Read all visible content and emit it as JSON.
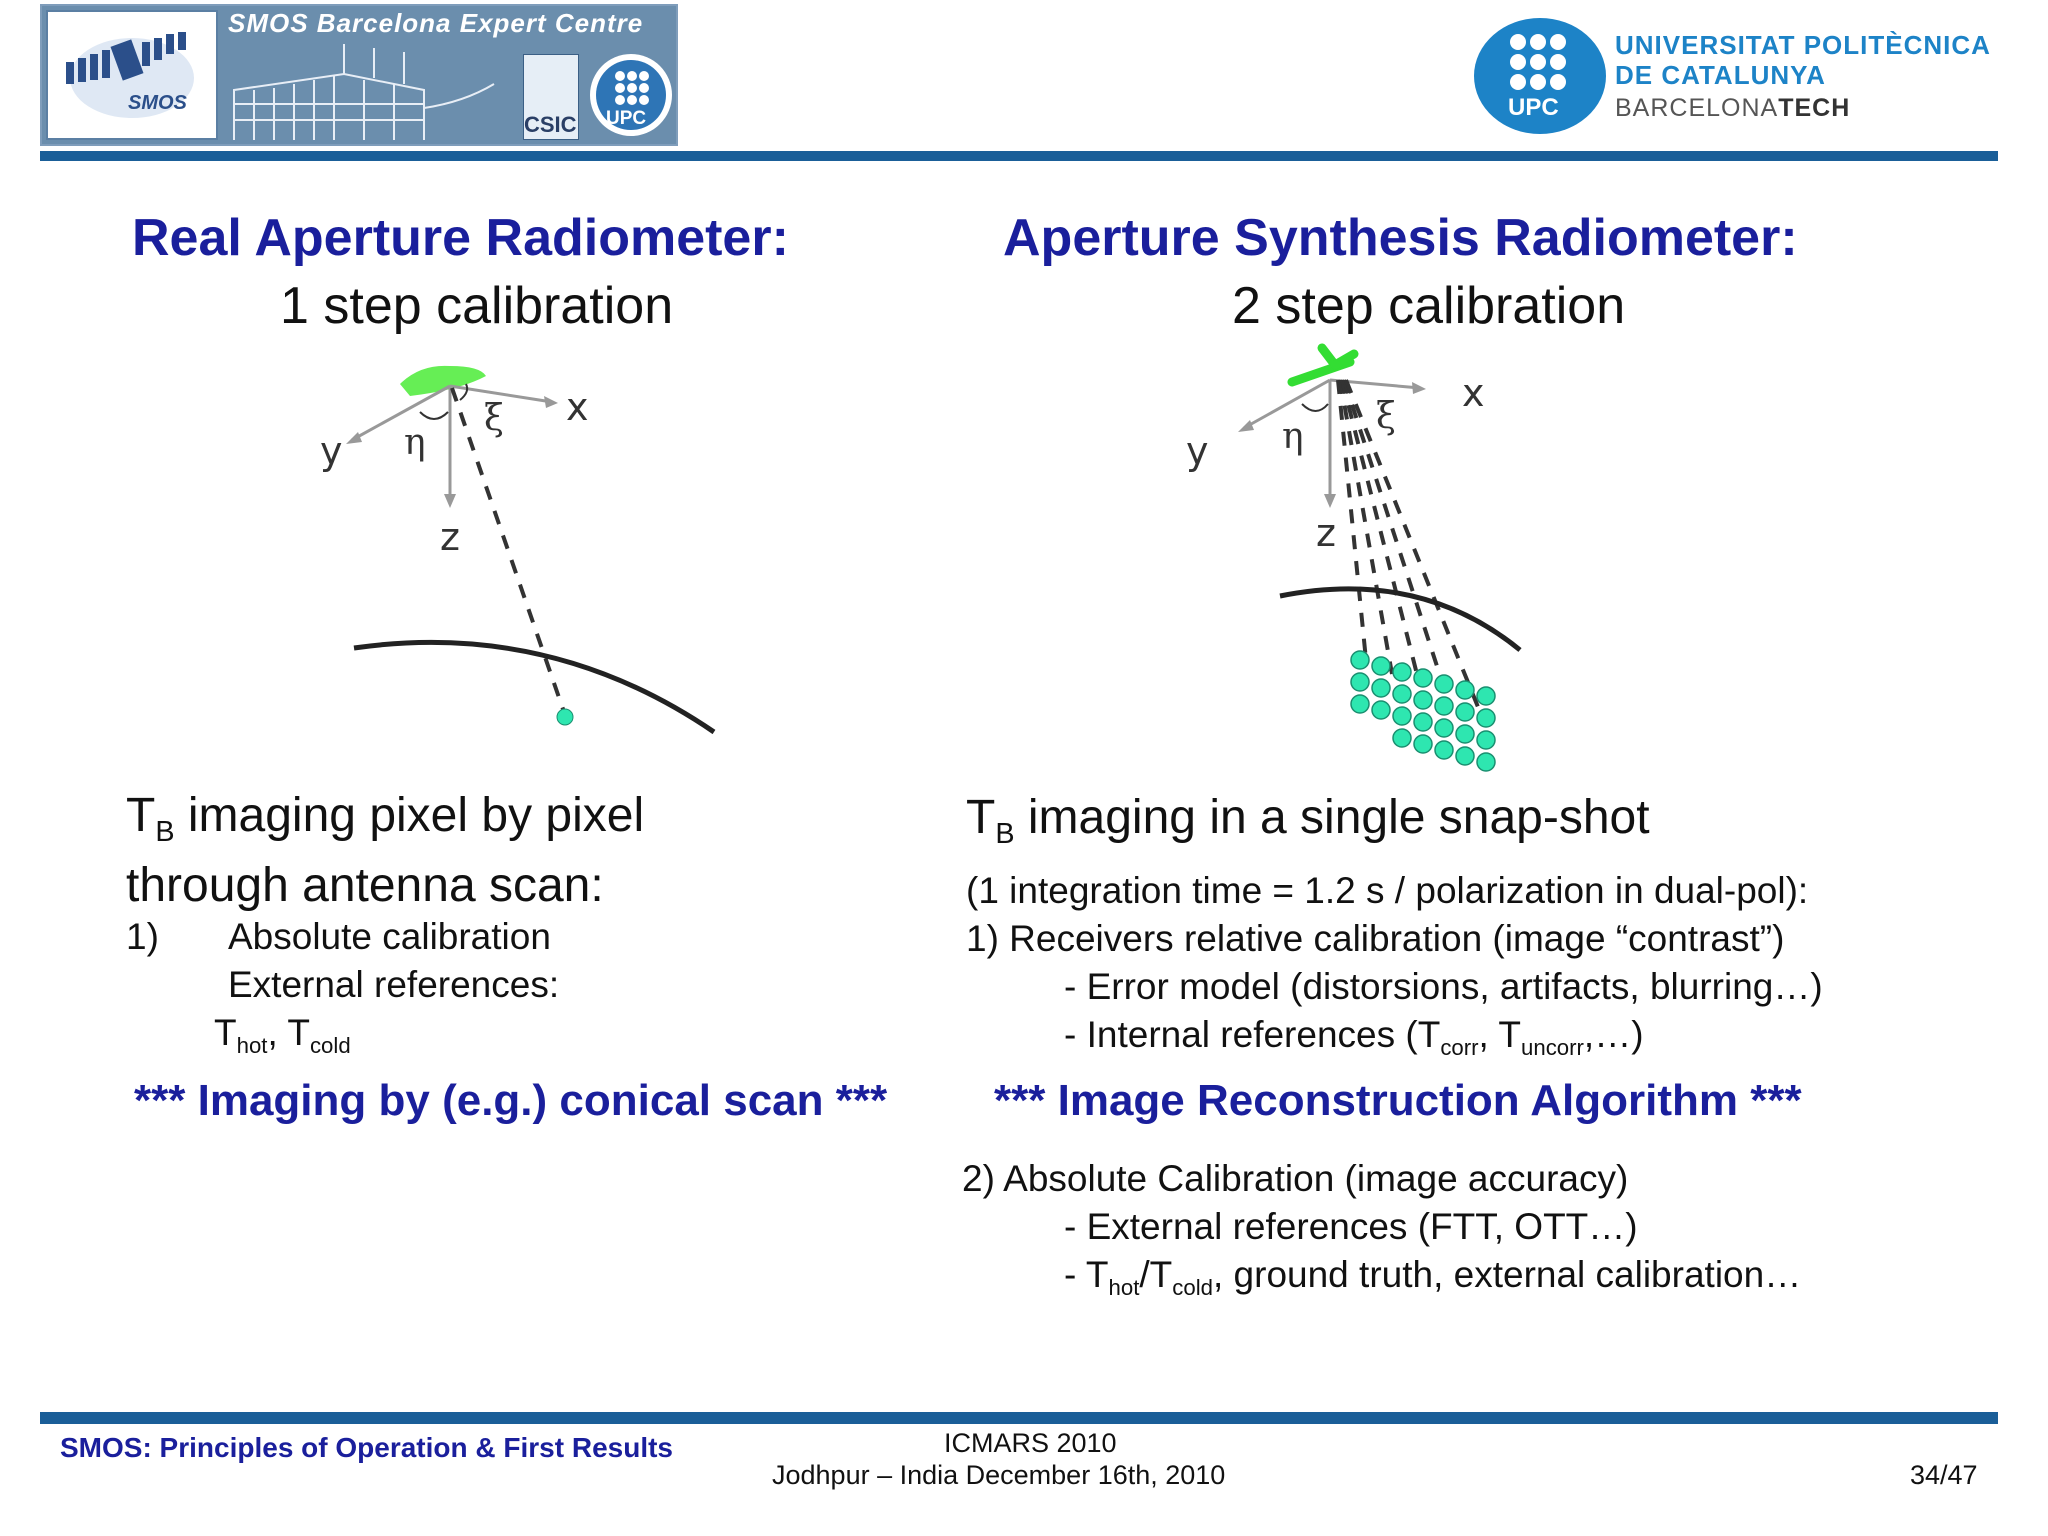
{
  "header": {
    "smos_logo_text": "SMOS",
    "centre_title": "SMOS Barcelona Expert Centre",
    "csic_text": "CSIC",
    "upc_small_text": "UPC",
    "upc_big_text": "UPC",
    "university_line1": "UNIVERSITAT POLITÈCNICA",
    "university_line2": "DE CATALUNYA",
    "university_line3_a": "BARCELONA",
    "university_line3_b": "TECH"
  },
  "left": {
    "title": "Real Aperture Radiometer:",
    "subtitle": "1 step calibration",
    "diagram": {
      "x_label": "x",
      "y_label": "y",
      "z_label": "z",
      "eta_label": "η",
      "xi_label": "ξ"
    },
    "line1_T": "T",
    "line1_sub": "B",
    "line1_rest": " imaging pixel by pixel",
    "line2": "through antenna scan:",
    "item1_num": "1)",
    "item1_text": "Absolute calibration",
    "item1_sub": "External references:",
    "temps_T1": "T",
    "temps_sub1": "hot",
    "temps_mid": ", T",
    "temps_sub2": "cold",
    "highlight_stars_left": "***",
    "highlight_text": " Imaging by (e.g.) conical scan ",
    "highlight_stars_right": "***"
  },
  "right": {
    "title": "Aperture Synthesis Radiometer:",
    "subtitle": "2 step calibration",
    "diagram": {
      "x_label": "x",
      "y_label": "y",
      "z_label": "z",
      "eta_label": "η",
      "xi_label": "ξ"
    },
    "line1_T": "T",
    "line1_sub": "B",
    "line1_rest": " imaging in a single snap-shot",
    "integration_note": "(1 integration time = 1.2 s / polarization in dual-pol):",
    "step1": "1) Receivers relative calibration  (image “contrast”)",
    "step1_bullet1": "- Error model (distorsions, artifacts, blurring…)",
    "step1_bullet2_a": "- Internal references (T",
    "step1_bullet2_sub1": "corr",
    "step1_bullet2_b": ", T",
    "step1_bullet2_sub2": "uncorr",
    "step1_bullet2_c": ",…)",
    "highlight_stars_left": "***",
    "highlight_text": " Image Reconstruction Algorithm ",
    "highlight_stars_right": "***",
    "step2": "2) Absolute Calibration (image accuracy)",
    "step2_bullet1": "- External references (FTT, OTT…)",
    "step2_bullet2_a": "- T",
    "step2_bullet2_sub1": "hot",
    "step2_bullet2_b": "/T",
    "step2_bullet2_sub2": "cold",
    "step2_bullet2_c": ", ground truth, external calibration…"
  },
  "footer": {
    "left_text": "SMOS: Principles of Operation & First Results",
    "conference": "ICMARS 2010",
    "place_date": "Jodhpur – India December 16th, 2010",
    "page": "34/47"
  },
  "colors": {
    "title_blue": "#1a1f9c",
    "rule_blue": "#1a5e98",
    "upc_blue": "#1d83c7",
    "antenna_green": "#66ee55",
    "pixel_cyan": "#2ee6b0"
  }
}
